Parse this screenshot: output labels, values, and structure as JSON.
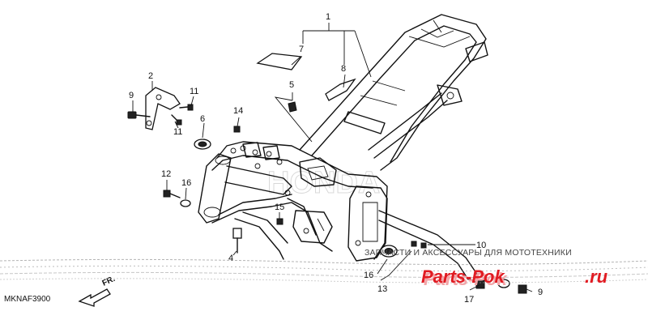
{
  "diagram_code": "MKNAF3900",
  "direction_label": "FR.",
  "watermark": {
    "text": "ЗАПЧАСТИ И АКСЕССУАРЫ ДЛЯ МОТОТЕХНИКИ",
    "logo_main": "Parts-Pok",
    "logo_suffix": ".ru",
    "background_brand": "HONDA"
  },
  "callouts": [
    {
      "id": "c1",
      "label": "1"
    },
    {
      "id": "c2",
      "label": "2"
    },
    {
      "id": "c4",
      "label": "4"
    },
    {
      "id": "c5",
      "label": "5"
    },
    {
      "id": "c6",
      "label": "6"
    },
    {
      "id": "c7",
      "label": "7"
    },
    {
      "id": "c8",
      "label": "8"
    },
    {
      "id": "c9a",
      "label": "9"
    },
    {
      "id": "c9b",
      "label": "9"
    },
    {
      "id": "c10",
      "label": "10"
    },
    {
      "id": "c11a",
      "label": "11"
    },
    {
      "id": "c11b",
      "label": "11"
    },
    {
      "id": "c12",
      "label": "12"
    },
    {
      "id": "c13",
      "label": "13"
    },
    {
      "id": "c14",
      "label": "14"
    },
    {
      "id": "c15",
      "label": "15"
    },
    {
      "id": "c16a",
      "label": "16"
    },
    {
      "id": "c16b",
      "label": "16"
    },
    {
      "id": "c17",
      "label": "17"
    }
  ]
}
